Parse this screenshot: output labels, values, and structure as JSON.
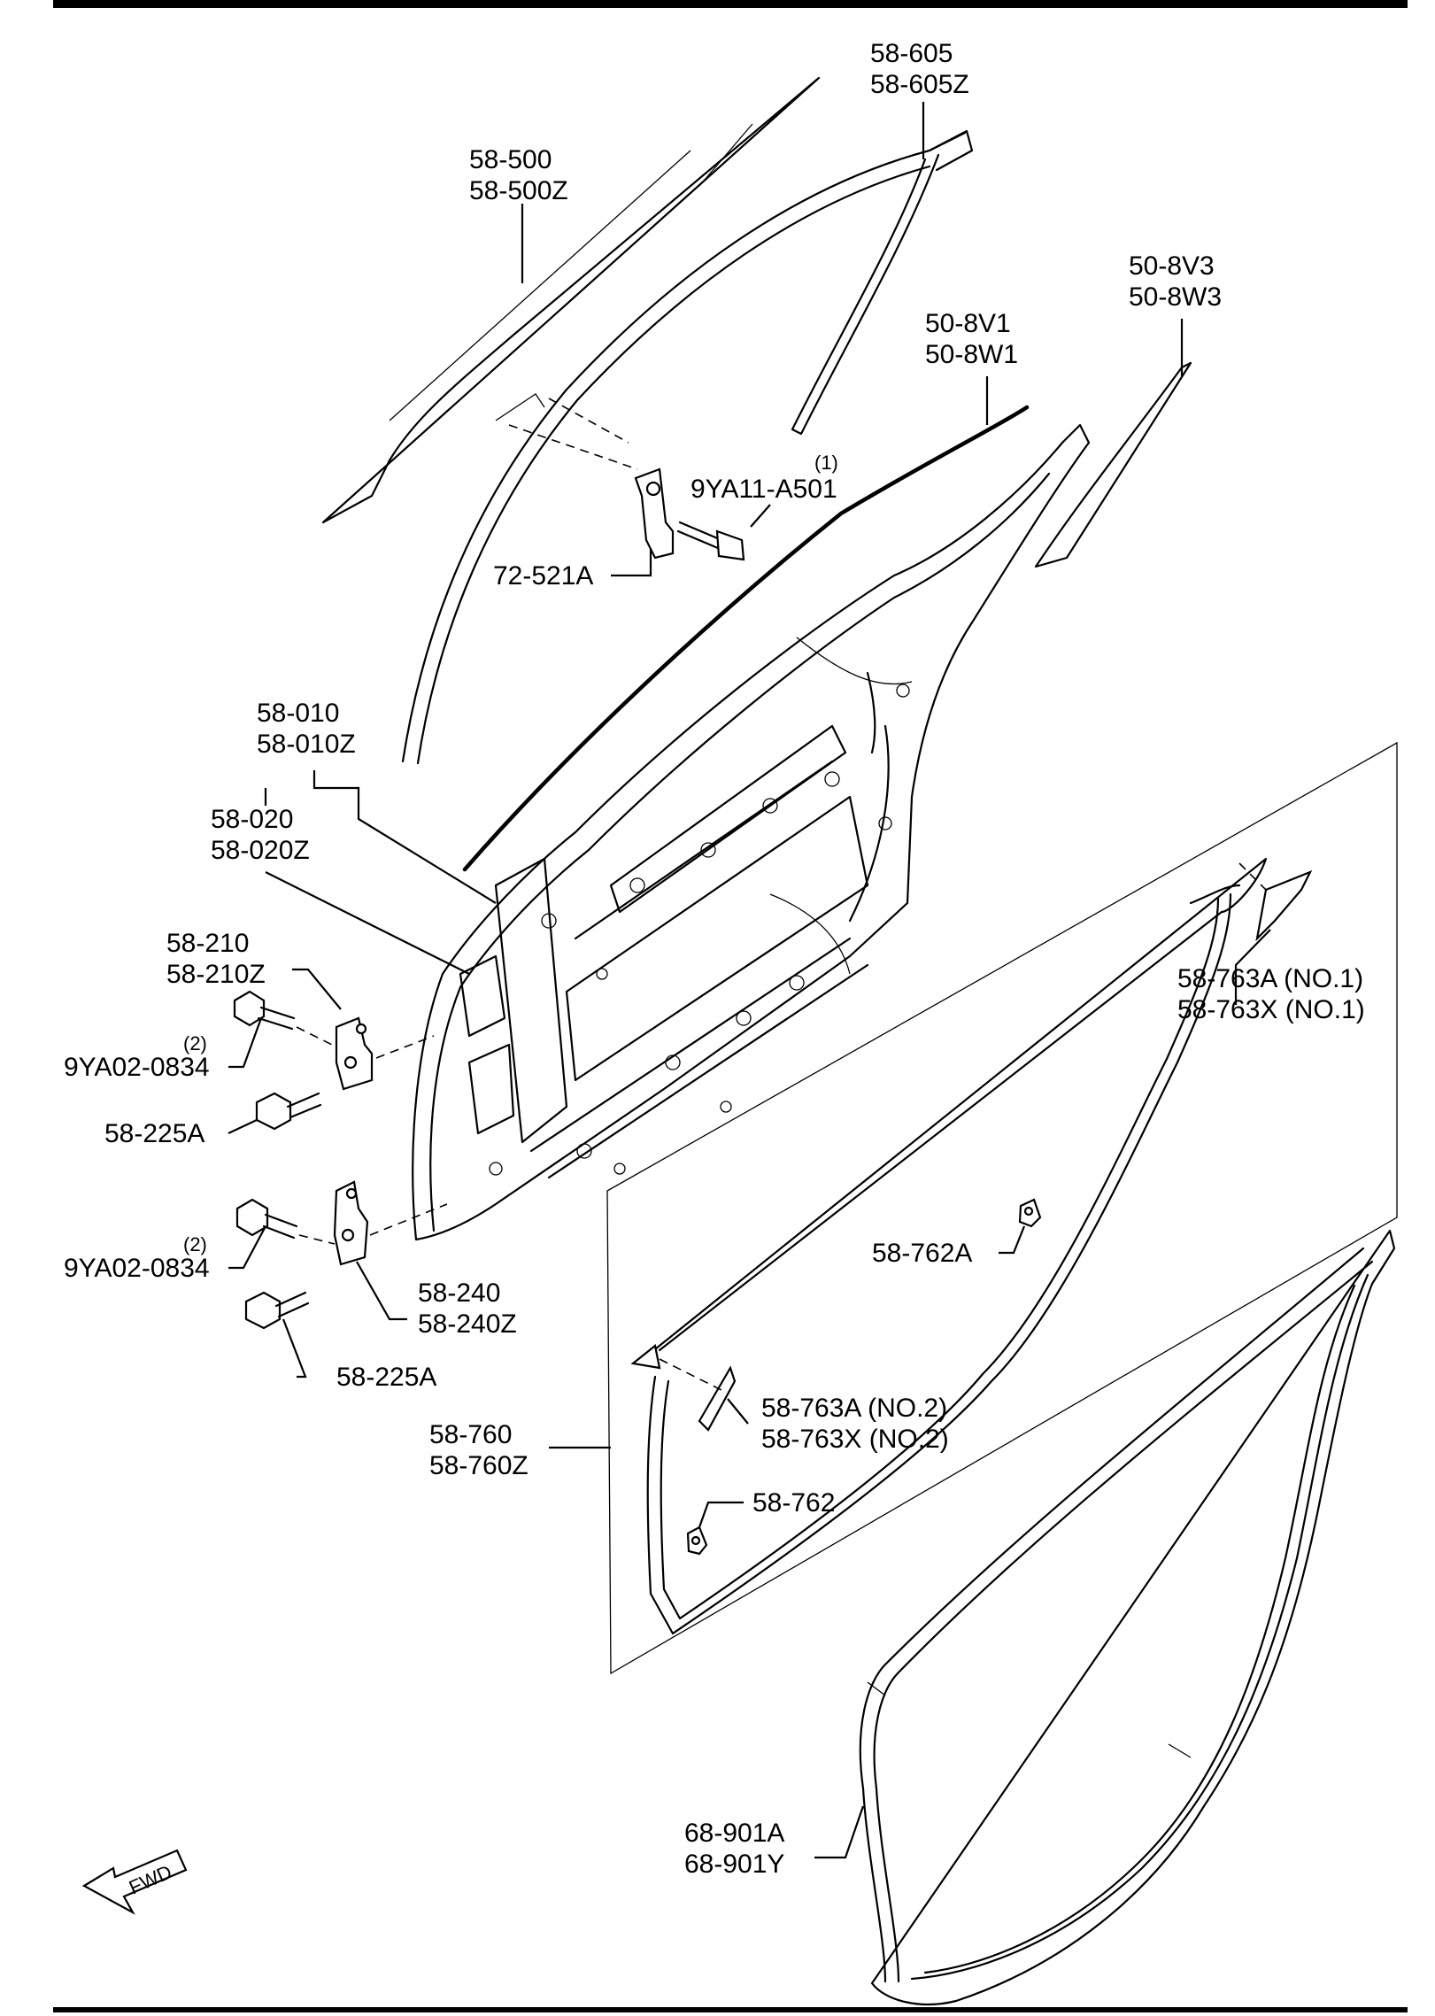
{
  "labels": {
    "glass_front": [
      "58-605",
      "58-605Z"
    ],
    "glass": [
      "58-500",
      "58-500Z"
    ],
    "molding_rear": [
      "50-8V3",
      "50-8W3"
    ],
    "molding_top": [
      "50-8V1",
      "50-8W1"
    ],
    "bolt_qty_1": "(1)",
    "bolt_glass": "9YA11-A501",
    "bracket": "72-521A",
    "door_panel": [
      "58-010",
      "58-010Z"
    ],
    "door_assy": [
      "58-020",
      "58-020Z"
    ],
    "hinge_upper": [
      "58-210",
      "58-210Z"
    ],
    "bolt_qty_2a": "(2)",
    "bolt_upper": "9YA02-0834",
    "bolt_225_upper": "58-225A",
    "bolt_qty_2b": "(2)",
    "bolt_lower": "9YA02-0834",
    "hinge_lower": [
      "58-240",
      "58-240Z"
    ],
    "bolt_225_lower": "58-225A",
    "seal_763_no1": [
      "58-763A (NO.1)",
      "58-763X (NO.1)"
    ],
    "clip_762a": "58-762A",
    "seal_763_no2": [
      "58-763A (NO.2)",
      "58-763X (NO.2)"
    ],
    "clip_762": "58-762",
    "weatherstrip": [
      "58-760",
      "58-760Z"
    ],
    "opening_trim": [
      "68-901A",
      "68-901Y"
    ],
    "fwd": "FWD"
  }
}
